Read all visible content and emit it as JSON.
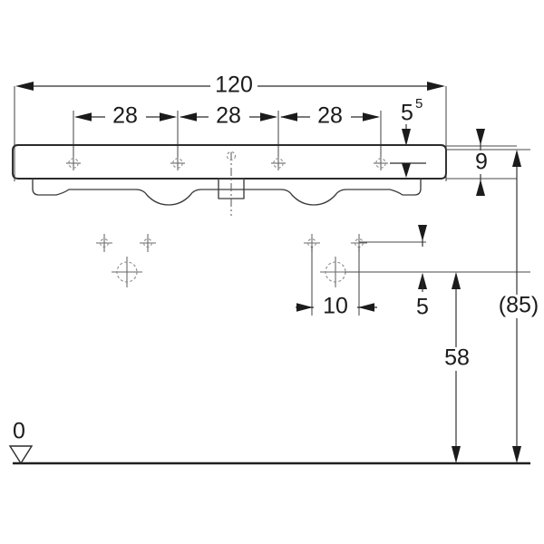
{
  "drawing": {
    "title": "Washbasin dimensional drawing",
    "units": "cm",
    "colors": {
      "line": "#2b2b2b",
      "extension_line": "#4a4a4a",
      "center_line": "#5a5a5a",
      "background": "#ffffff",
      "text": "#1b1b1b"
    },
    "dimensions": {
      "overall_width": "120",
      "hole_spacing_1": "28",
      "hole_spacing_2": "28",
      "hole_spacing_3": "28",
      "edge_offset_value": "5",
      "edge_offset_superscript": "5",
      "basin_depth": "9",
      "bracket_offset_horizontal": "10",
      "bracket_offset_vertical": "5",
      "mount_height": "58",
      "total_height": "(85)",
      "datum_label": "0"
    }
  }
}
